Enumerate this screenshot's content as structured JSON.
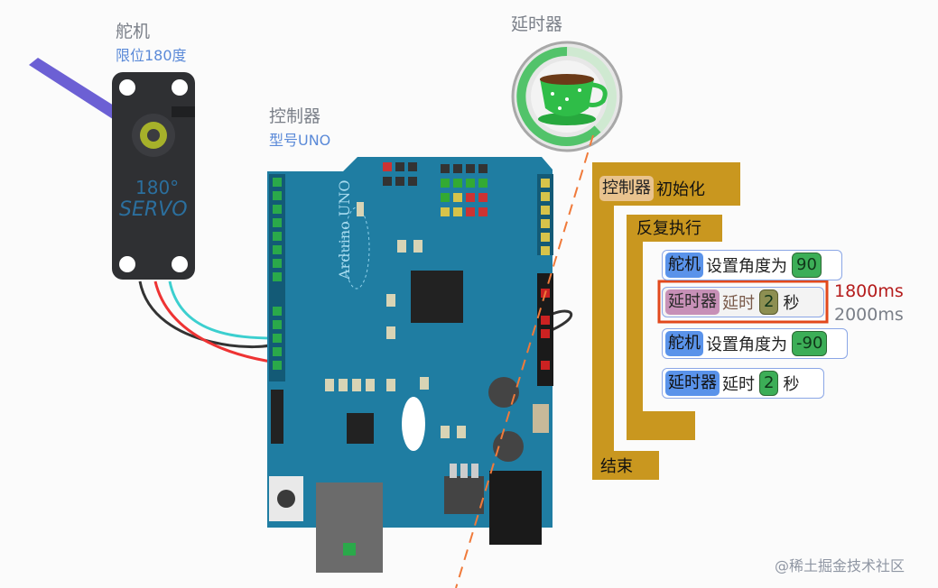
{
  "servo": {
    "title": "舵机",
    "subtitle": "限位180度",
    "body_line1": "180°",
    "body_line2": "SERVO"
  },
  "controller": {
    "title": "控制器",
    "subtitle": "型号UNO",
    "board_text": "Arduino UNO"
  },
  "timer": {
    "title": "延时器"
  },
  "program": {
    "init_chip": "控制器",
    "init_label": "初始化",
    "loop_label": "反复执行",
    "end_label": "结束",
    "lines": [
      {
        "chip": "舵机",
        "text": "设置角度为",
        "value": "90"
      },
      {
        "chip": "延时器",
        "text": "延时",
        "value": "2",
        "unit": "秒"
      },
      {
        "chip": "舵机",
        "text": "设置角度为",
        "value": "-90"
      },
      {
        "chip": "延时器",
        "text": "延时",
        "value": "2",
        "unit": "秒"
      }
    ]
  },
  "annotations": {
    "actual": "1800ms",
    "expected": "2000ms"
  },
  "watermark": "@稀土掘金技术社区",
  "colors": {
    "block_brown": "#c9971f",
    "board_blue": "#1d7fa3",
    "highlight": "#e2491d",
    "actual_red": "#b51c1c"
  }
}
